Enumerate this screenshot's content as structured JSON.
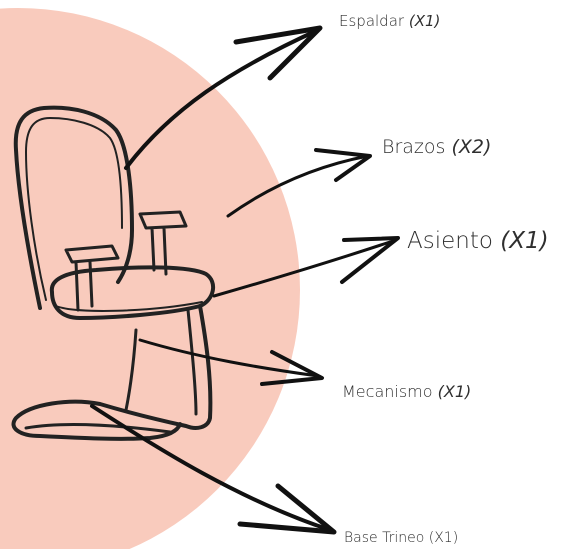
{
  "colors": {
    "circle": "#f9cbbd",
    "ink": "#222222",
    "text": "#2f2f2f"
  },
  "parts": [
    {
      "id": "espaldar",
      "name": "Espaldar",
      "qty": "(X1)"
    },
    {
      "id": "brazos",
      "name": "Brazos",
      "qty": "(X2)"
    },
    {
      "id": "asiento",
      "name": "Asiento",
      "qty": "(X1)"
    },
    {
      "id": "mecanismo",
      "name": "Mecanismo",
      "qty": "(X1)"
    },
    {
      "id": "base",
      "name": "Base Trineo",
      "qty": "(X1)"
    }
  ]
}
